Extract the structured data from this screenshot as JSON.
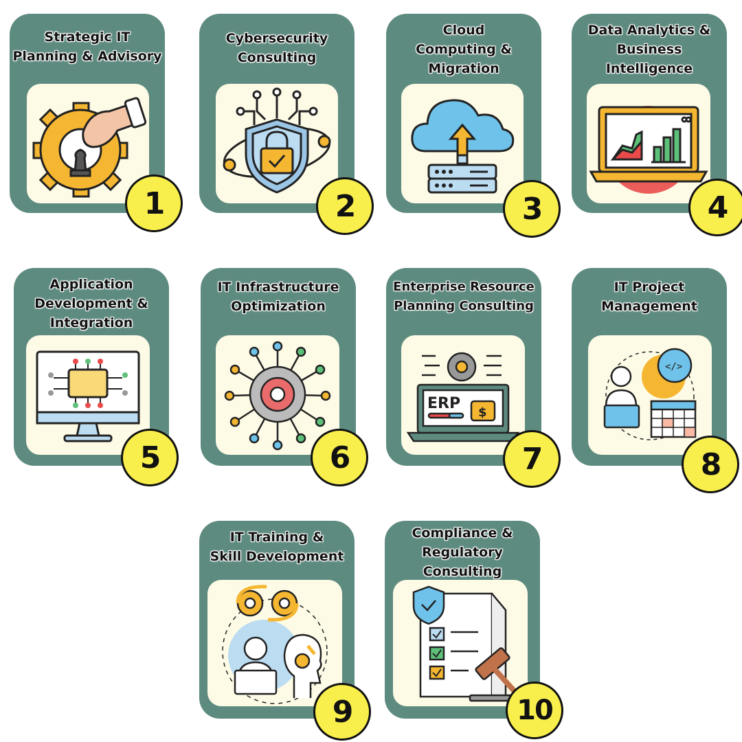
{
  "services": [
    {
      "number": "1",
      "title": [
        "Strategic IT",
        "Planning & Advisory"
      ],
      "icon": "strategy-gear-chess-icon"
    },
    {
      "number": "2",
      "title": [
        "Cybersecurity",
        "Consulting"
      ],
      "icon": "security-shield-lock-icon"
    },
    {
      "number": "3",
      "title": [
        "Cloud",
        "Computing &",
        "Migration"
      ],
      "icon": "cloud-upload-server-icon"
    },
    {
      "number": "4",
      "title": [
        "Data Analytics &",
        "Business",
        "Intelligence"
      ],
      "icon": "laptop-charts-icon"
    },
    {
      "number": "5",
      "title": [
        "Application",
        "Development &",
        "Integration"
      ],
      "icon": "monitor-chip-icon"
    },
    {
      "number": "6",
      "title": [
        "IT Infrastructure",
        "Optimization"
      ],
      "icon": "gear-network-icon"
    },
    {
      "number": "7",
      "title": [
        "Enterprise Resource",
        "Planning Consulting"
      ],
      "icon": "erp-laptop-icon"
    },
    {
      "number": "8",
      "title": [
        "IT Project",
        "Management"
      ],
      "icon": "project-manager-calendar-icon"
    },
    {
      "number": "9",
      "title": [
        "IT Training &",
        "Skill Development"
      ],
      "icon": "training-learner-icon"
    },
    {
      "number": "10",
      "title": [
        "Compliance &",
        "Regulatory",
        "Consulting"
      ],
      "icon": "compliance-document-gavel-icon"
    }
  ],
  "colors": {
    "card": "#5e8b80",
    "panel": "#fdfbe6",
    "badge": "#f9ef4c",
    "text": "#111111"
  }
}
